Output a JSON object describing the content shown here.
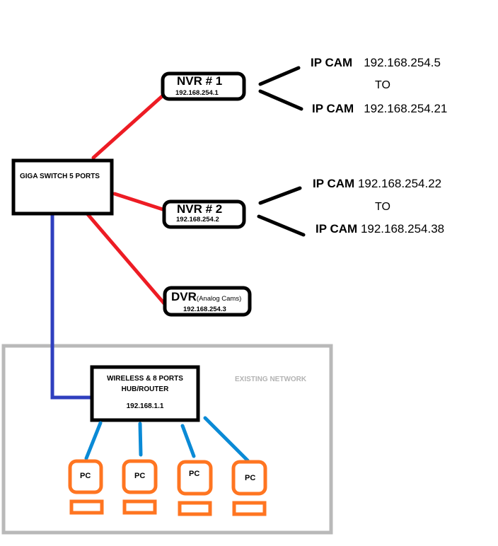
{
  "colors": {
    "red_link": "#ed1c24",
    "blue_uplink": "#2f3fbf",
    "lan_link": "#0a8ad6",
    "pc_orange": "#ff7521",
    "existing_border": "#b9b9b9",
    "existing_label": "#b3b3b3",
    "node_border": "#000000"
  },
  "switch": {
    "label": "GIGA SWITCH 5 PORTS"
  },
  "nvr1": {
    "title": "NVR # 1",
    "ip": "192.168.254.1"
  },
  "nvr2": {
    "title": "NVR # 2",
    "ip": "192.168.254.2"
  },
  "dvr": {
    "title": "DVR",
    "subtitle": "(Analog Cams)",
    "ip": "192.168.254.3"
  },
  "nvr1_cams": {
    "first": {
      "name": "IP CAM",
      "ip": "192.168.254.5"
    },
    "to": "TO",
    "last": {
      "name": "IP CAM",
      "ip": "192.168.254.21"
    }
  },
  "nvr2_cams": {
    "first": {
      "name": "IP CAM",
      "ip": "192.168.254.22"
    },
    "to": "TO",
    "last": {
      "name": "IP CAM",
      "ip": "192.168.254.38"
    }
  },
  "existing_network": {
    "label": "EXISTING NETWORK",
    "router": {
      "line1": "WIRELESS & 8 PORTS",
      "line2": "HUB/ROUTER",
      "ip": "192.168.1.1"
    },
    "pcs": [
      {
        "label": "PC"
      },
      {
        "label": "PC"
      },
      {
        "label": "PC"
      },
      {
        "label": "PC"
      }
    ]
  }
}
